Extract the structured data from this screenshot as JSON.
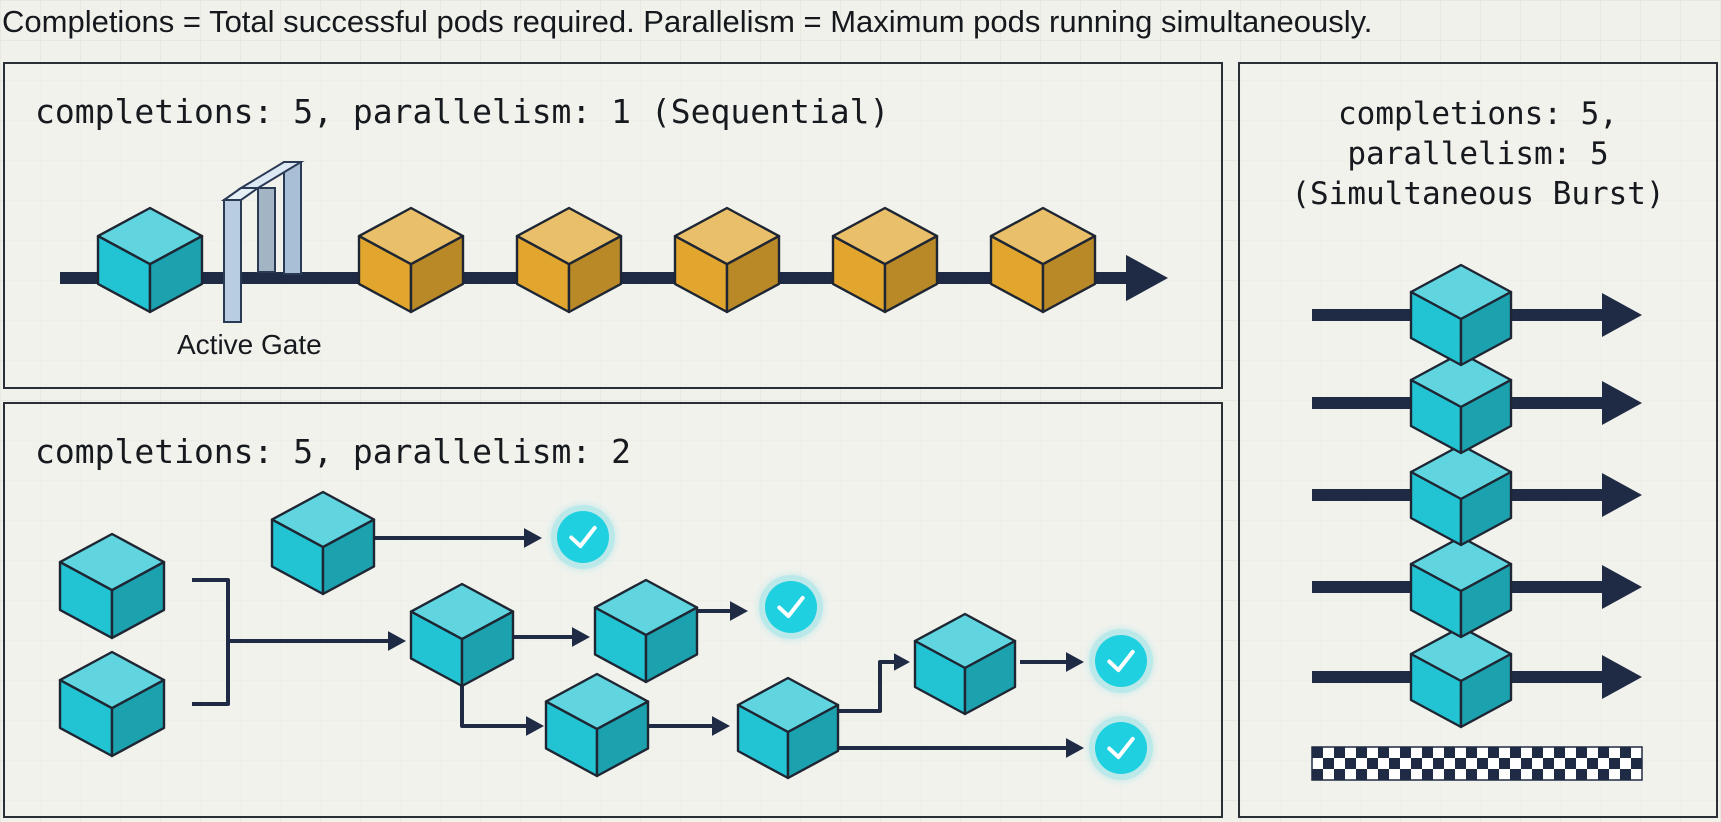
{
  "caption": "Completions = Total successful pods required. Parallelism = Maximum pods running simultaneously.",
  "panels": {
    "sequential": {
      "title": "completions: 5, parallelism: 1 (Sequential)",
      "gate_label": "Active Gate"
    },
    "parallel_two": {
      "title": "completions: 5, parallelism: 2"
    },
    "burst": {
      "title_line1": "completions: 5,",
      "title_line2": "parallelism: 5",
      "title_line3": "(Simultaneous Burst)"
    }
  },
  "colors": {
    "active_pod": "#22c4d4",
    "pending_pod": "#e2a62f",
    "arrow": "#1f2a44",
    "gate": "#b9cde0",
    "check": "#1fd0e0",
    "background": "#f1f1eb"
  },
  "icons": [
    "cube-icon",
    "gate-icon",
    "check-icon",
    "arrow-icon",
    "checkered-finish-icon"
  ]
}
